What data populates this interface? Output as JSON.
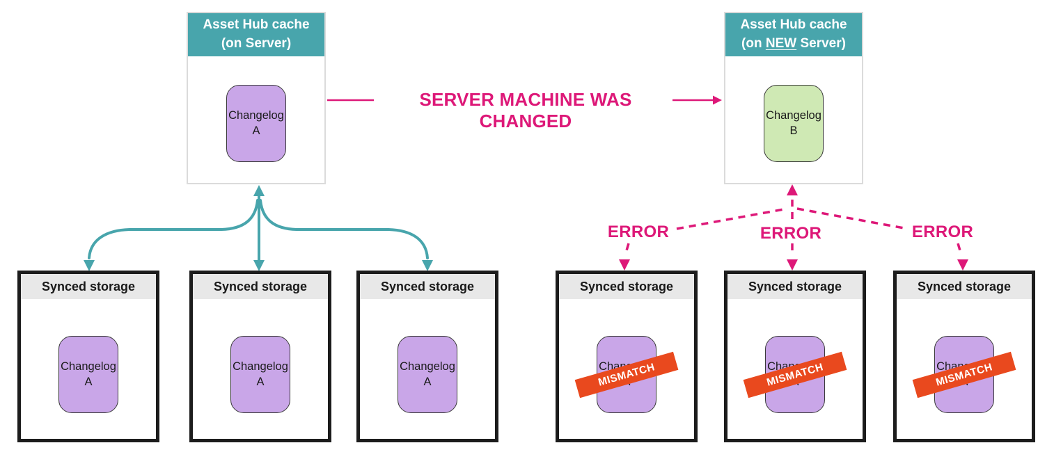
{
  "colors": {
    "teal": "#48A5AC",
    "pink": "#DD1878",
    "orange": "#E9491E",
    "purple": "#C9A6E8",
    "green": "#CFE9B4",
    "storage-border": "#1C1C1C",
    "storage-header-bg": "#E8E8E8",
    "hub-border": "#DBDBDB",
    "chip-border": "#3A3A3A",
    "text-dark": "#1A1A1A"
  },
  "hubs": {
    "left": {
      "title_line1": "Asset Hub cache",
      "title_line2": "(on Server)",
      "chip": {
        "line1": "Changelog",
        "line2": "A"
      }
    },
    "right": {
      "title_line1": "Asset Hub cache",
      "title_line2_prefix": "(on ",
      "title_line2_highlight": "NEW",
      "title_line2_suffix": " Server)",
      "chip": {
        "line1": "Changelog",
        "line2": "B"
      }
    }
  },
  "center_label": "SERVER MACHINE WAS CHANGED",
  "error_labels": [
    "ERROR",
    "ERROR",
    "ERROR"
  ],
  "storage": {
    "left": [
      {
        "header": "Synced storage",
        "chip": {
          "line1": "Changelog",
          "line2": "A"
        }
      },
      {
        "header": "Synced storage",
        "chip": {
          "line1": "Changelog",
          "line2": "A"
        }
      },
      {
        "header": "Synced storage",
        "chip": {
          "line1": "Changelog",
          "line2": "A"
        }
      }
    ],
    "right": [
      {
        "header": "Synced storage",
        "chip": {
          "line1": "Changelog",
          "line2": "A"
        },
        "badge": "MISMATCH"
      },
      {
        "header": "Synced storage",
        "chip": {
          "line1": "Changelog",
          "line2": "A"
        },
        "badge": "MISMATCH"
      },
      {
        "header": "Synced storage",
        "chip": {
          "line1": "Changelog",
          "line2": "A"
        },
        "badge": "MISMATCH"
      }
    ]
  }
}
